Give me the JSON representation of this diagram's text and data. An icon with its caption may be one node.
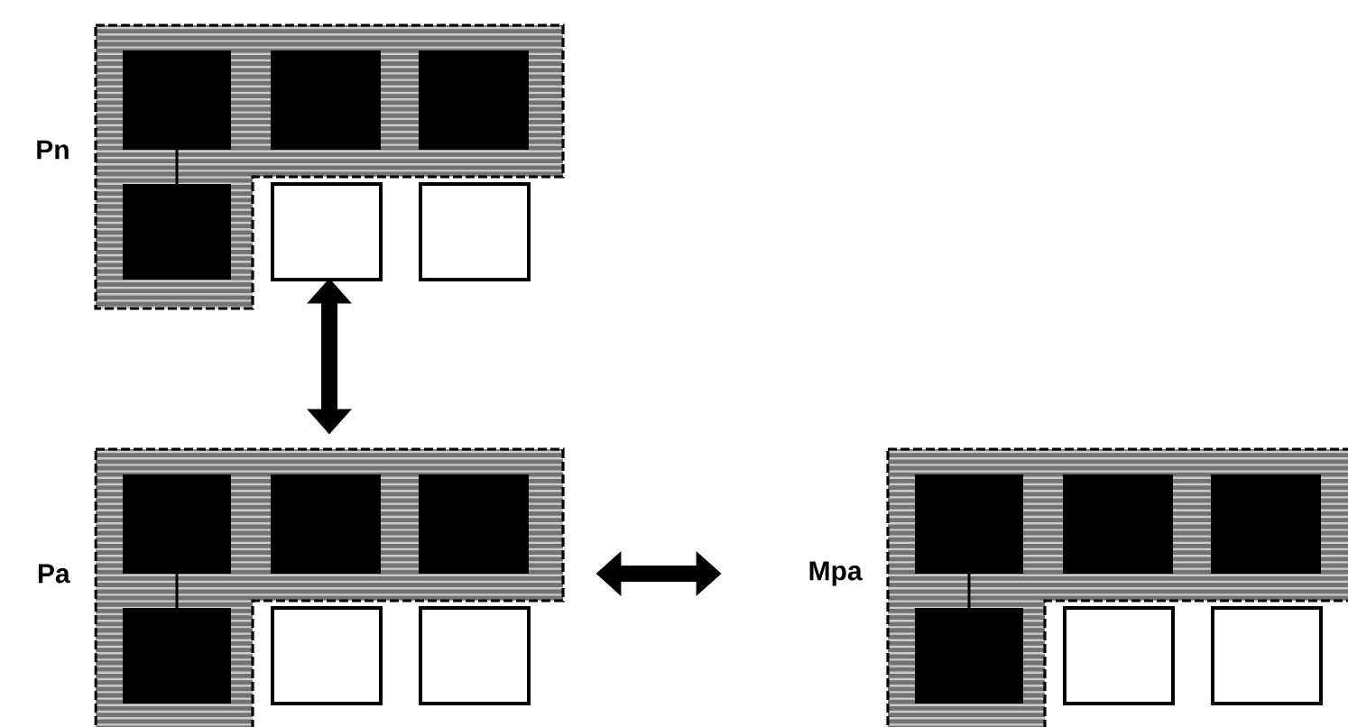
{
  "diagram": {
    "nodes": [
      {
        "text": [
          "Pn"
        ]
      },
      {
        "text": [
          "Pa"
        ]
      },
      {
        "text": [
          "Mpa"
        ]
      }
    ],
    "edges": [
      {
        "from": 0,
        "to": 1,
        "arrow": "both"
      },
      {
        "from": 1,
        "to": 2,
        "arrow": "both"
      }
    ]
  }
}
